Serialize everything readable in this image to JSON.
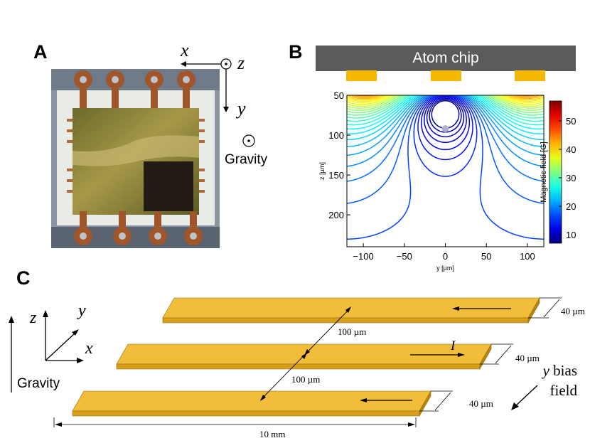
{
  "panels": {
    "a": {
      "label": "A",
      "axes": {
        "x": "x",
        "y": "y",
        "z": "z",
        "gravity": "Gravity"
      }
    },
    "b": {
      "label": "B",
      "chip_label": "Atom chip"
    },
    "c": {
      "label": "C",
      "axes": {
        "x": "x",
        "y": "y",
        "z": "z",
        "gravity": "Gravity"
      },
      "wire_width_labels": [
        "40 µm",
        "40 µm",
        "40 µm"
      ],
      "spacing_labels": [
        "100 µm",
        "100 µm"
      ],
      "length_label": "10 mm",
      "current_label": "I",
      "bias_label_y": "y",
      "bias_label_1": "bias",
      "bias_label_2": "field"
    }
  },
  "colors": {
    "chip": "#5b5b5b",
    "pad": "#f5b800",
    "wire_top": "#f2bd3a",
    "wire_side": "#d99e1a",
    "atom_dot": "#b0b0c8"
  },
  "chart_data": {
    "type": "contour",
    "xlabel": "y [µm]",
    "ylabel": "z [µm]",
    "xlim": [
      -120,
      120
    ],
    "ylim": [
      50,
      240
    ],
    "y_inverted": true,
    "xticks": [
      -100,
      -50,
      0,
      50,
      100
    ],
    "yticks": [
      50,
      100,
      150,
      200
    ],
    "colorbar": {
      "label": "Magnetic field [G]",
      "range": [
        7,
        57
      ],
      "ticks": [
        10,
        20,
        30,
        40,
        50
      ],
      "colormap": "jet"
    },
    "wire_positions_um": [
      -100,
      0,
      100
    ],
    "trap_center": {
      "y": 0,
      "z": 92
    }
  }
}
